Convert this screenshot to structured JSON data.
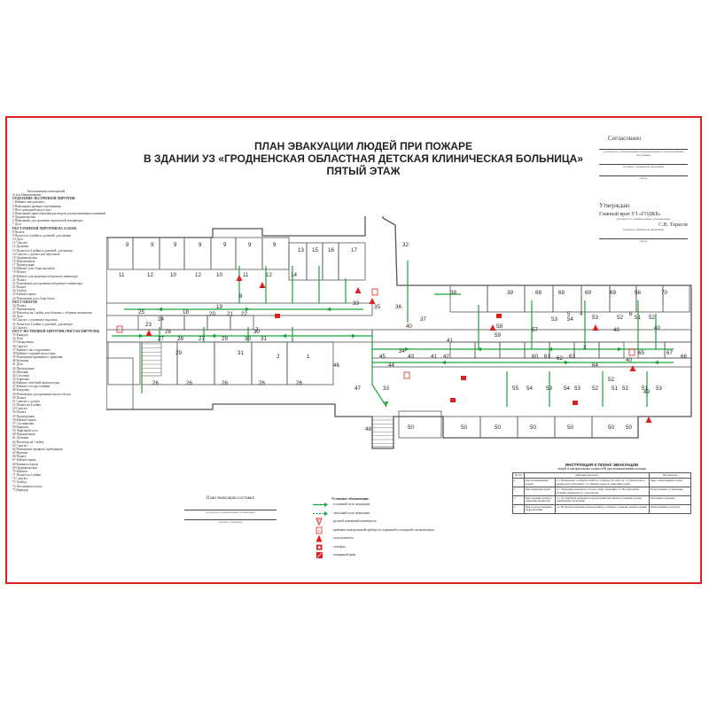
{
  "title": {
    "line1": "ПЛАН ЭВАКУАЦИИ ЛЮДЕЙ ПРИ ПОЖАРЕ",
    "line2": "В ЗДАНИИ УЗ «ГРОДНЕНСКАЯ ОБЛАСТНАЯ ДЕТСКАЯ КЛИНИЧЕСКАЯ БОЛЬНИЦА»",
    "line3": "ПЯТЫЙ ЭТАЖ"
  },
  "agreed": {
    "heading": "Согласовано",
    "sub1": "(должность, наименование подразделения по чрезвычайным ситуациям)",
    "sub2": "(подпись, инициалы, фамилия)",
    "sub3": "(дата)"
  },
  "approved": {
    "heading": "Утверждаю",
    "position": "Главный врач УЗ «ГОДКБ»",
    "pos_sub": "(должность, наименование организации)",
    "name": "С.В. Тарасов",
    "name_sub": "(подпись, инициалы, фамилия)",
    "date_sub": "(дата)"
  },
  "rooms_list": {
    "heading": "Экспликация помещений",
    "columns": "№ п/п   Наименование",
    "items": [
      {
        "t": "ОТДЕЛЕНИЕ ЭКСТРЕННОЙ ХИРУРГИИ",
        "sec": true
      },
      {
        "t": "1   Кабинет заведующего"
      },
      {
        "t": "2   Помещение дневного пребывания"
      },
      {
        "t": "3   Пост дежурной медсестры"
      },
      {
        "t": "4   Помещение приготовления растворов для внутривенных вливаний"
      },
      {
        "t": "5   Ординаторская"
      },
      {
        "t": "6   Помещение для хранения переносной аппаратуры"
      },
      {
        "t": "7   Душ"
      },
      {
        "t": "ПОСТ РАНЕНОЙ ХИРУРГИИ НА 12 КОЕК",
        "sec": true
      },
      {
        "t": "8   Палата"
      },
      {
        "t": "9   Палата на 2 койки и душевой, для матери"
      },
      {
        "t": "10  Душ"
      },
      {
        "t": "11  Санузел"
      },
      {
        "t": "12  Душевая"
      },
      {
        "t": "13  Палата на 2 койки и душевой, для матери"
      },
      {
        "t": "14  Санузел с душем для персонала"
      },
      {
        "t": "15  Ординаторская"
      },
      {
        "t": "16  Перевязочная"
      },
      {
        "t": "17  Процедурная"
      },
      {
        "t": "18  Кабинет для сбора анализов"
      },
      {
        "t": "19  Палата"
      },
      {
        "t": "20  Кабинет для хранения уборочного инвентаря"
      },
      {
        "t": "21  Палата"
      },
      {
        "t": "22  Помещение для хранения уборочного инвентаря"
      },
      {
        "t": "23  Палата"
      },
      {
        "t": "24  Тамбур"
      },
      {
        "t": "25  Кабинет врача"
      },
      {
        "t": "26  Помещение для сбора белья"
      },
      {
        "t": "ПОСТ ОЖОГОВ",
        "sec": true
      },
      {
        "t": "26  Палата"
      },
      {
        "t": "27  Перевязочная"
      },
      {
        "t": "28  Изолятор на 1 койку для больных с общими пожитками"
      },
      {
        "t": "29  Душ"
      },
      {
        "t": "30  Санузел с душевым поддоном"
      },
      {
        "t": "31  Палата на 2 койки и душевой, для матери"
      },
      {
        "t": "32  Санузел"
      },
      {
        "t": "ПОСТ ЭКСТРЕННОЙ ХИРУРГИИ (ЧИСТАЯ ХИРУРГИЯ)",
        "sec": true
      },
      {
        "t": "33  Коридор"
      },
      {
        "t": "34  Холл"
      },
      {
        "t": "35  Ожидальная"
      },
      {
        "t": "36  Санузел"
      },
      {
        "t": "37  Кабинет зав. отделением"
      },
      {
        "t": "38  Кабинет старшей медсестры"
      },
      {
        "t": "39  Помещение временного хранения"
      },
      {
        "t": "40  Бельевая"
      },
      {
        "t": "41  Душ"
      },
      {
        "t": "42  Процедурная"
      },
      {
        "t": "43  Моечная"
      },
      {
        "t": "44  Столовая"
      },
      {
        "t": "45  Буфетная"
      },
      {
        "t": "46  Кабинет лечебной физкультуры"
      },
      {
        "t": "47  Кабинет сестры-хозяйки"
      },
      {
        "t": "48  Кладовая"
      },
      {
        "t": "49  Помещение для хранения чистого белья"
      },
      {
        "t": "50  Палата"
      },
      {
        "t": "51  Санузел с душем"
      },
      {
        "t": "52  Палата на 2 койки"
      },
      {
        "t": "53  Санузел"
      },
      {
        "t": "54  Палата"
      },
      {
        "t": "55  Процедурная"
      },
      {
        "t": "56  Кабинет врача"
      },
      {
        "t": "57  Сестринская"
      },
      {
        "t": "58  Коридор"
      },
      {
        "t": "59  Лифтовый холл"
      },
      {
        "t": "60  Перевязочная"
      },
      {
        "t": "61  Душевая"
      },
      {
        "t": "62  Изолятор на 1 койку"
      },
      {
        "t": "63  Санузел"
      },
      {
        "t": "64  Помещение дневного пребывания"
      },
      {
        "t": "65  Игровая"
      },
      {
        "t": "66  Палата"
      },
      {
        "t": "67  Кабинет врача"
      },
      {
        "t": "68  Комната отдыха"
      },
      {
        "t": "69  Ординаторская"
      },
      {
        "t": "70  Кабинет"
      },
      {
        "t": "71  Палата на 2 койки"
      },
      {
        "t": "72  Санузел"
      },
      {
        "t": "73  Тамбур"
      },
      {
        "t": "74  Лестничная клетка"
      },
      {
        "t": "75  Коридор"
      }
    ]
  },
  "plan": {
    "rooms": [
      {
        "n": "9"
      },
      {
        "n": "9"
      },
      {
        "n": "9"
      },
      {
        "n": "9"
      },
      {
        "n": "9"
      },
      {
        "n": "9"
      },
      {
        "n": "9"
      },
      {
        "n": "13"
      },
      {
        "n": "15"
      },
      {
        "n": "16"
      },
      {
        "n": "17"
      },
      {
        "n": "32"
      },
      {
        "n": "11"
      },
      {
        "n": "12"
      },
      {
        "n": "10"
      },
      {
        "n": "12"
      },
      {
        "n": "10"
      },
      {
        "n": "11"
      },
      {
        "n": "12"
      },
      {
        "n": "14"
      },
      {
        "n": "19"
      },
      {
        "n": "8"
      },
      {
        "n": "18"
      },
      {
        "n": "22"
      },
      {
        "n": "21"
      },
      {
        "n": "20"
      },
      {
        "n": "7"
      },
      {
        "n": "25"
      },
      {
        "n": "33"
      },
      {
        "n": "35"
      },
      {
        "n": "36"
      },
      {
        "n": "38"
      },
      {
        "n": "39"
      },
      {
        "n": "68"
      },
      {
        "n": "69"
      },
      {
        "n": "69"
      },
      {
        "n": "69"
      },
      {
        "n": "56"
      },
      {
        "n": "70"
      },
      {
        "n": "53"
      },
      {
        "n": "54"
      },
      {
        "n": "53"
      },
      {
        "n": "52"
      },
      {
        "n": "51"
      },
      {
        "n": "52"
      },
      {
        "n": "37"
      },
      {
        "n": "40"
      },
      {
        "n": "28"
      },
      {
        "n": "27"
      },
      {
        "n": "29"
      },
      {
        "n": "30"
      },
      {
        "n": "31"
      },
      {
        "n": "27"
      },
      {
        "n": "29"
      },
      {
        "n": "31"
      },
      {
        "n": "41"
      },
      {
        "n": "42"
      },
      {
        "n": "43"
      },
      {
        "n": "41"
      },
      {
        "n": "60"
      },
      {
        "n": "61"
      },
      {
        "n": "62"
      },
      {
        "n": "63"
      },
      {
        "n": "64"
      },
      {
        "n": "65"
      },
      {
        "n": "67"
      },
      {
        "n": "66"
      },
      {
        "n": "26"
      },
      {
        "n": "26"
      },
      {
        "n": "26"
      },
      {
        "n": "26"
      },
      {
        "n": "26"
      },
      {
        "n": "2"
      },
      {
        "n": "1"
      },
      {
        "n": "46"
      },
      {
        "n": "45"
      },
      {
        "n": "44"
      },
      {
        "n": "59"
      },
      {
        "n": "58"
      },
      {
        "n": "34"
      },
      {
        "n": "33"
      },
      {
        "n": "57"
      },
      {
        "n": "55"
      },
      {
        "n": "54"
      },
      {
        "n": "53"
      },
      {
        "n": "54"
      },
      {
        "n": "53"
      },
      {
        "n": "52"
      },
      {
        "n": "51"
      },
      {
        "n": "52"
      },
      {
        "n": "51"
      },
      {
        "n": "52"
      },
      {
        "n": "53"
      },
      {
        "n": "49"
      },
      {
        "n": "47"
      },
      {
        "n": "48"
      },
      {
        "n": "50"
      },
      {
        "n": "50"
      },
      {
        "n": "50"
      },
      {
        "n": "50"
      },
      {
        "n": "50"
      },
      {
        "n": "50"
      },
      {
        "n": "50"
      },
      {
        "n": "5"
      },
      {
        "n": "4"
      },
      {
        "n": "6"
      },
      {
        "n": "3"
      },
      {
        "n": "24"
      },
      {
        "n": "23"
      },
      {
        "n": "28"
      },
      {
        "n": "30"
      },
      {
        "n": "40"
      },
      {
        "n": "40"
      },
      {
        "n": "40"
      }
    ]
  },
  "compiled": {
    "heading": "План эвакуации составил",
    "sub1": "(должность, наименование организации)",
    "sub2": "(подпись, фамилия)"
  },
  "symbols": {
    "heading": "Условные обозначения:",
    "items": [
      {
        "label": "- основной путь эвакуации",
        "icon": "main-route-icon"
      },
      {
        "label": "- запасный путь эвакуации",
        "icon": "reserve-route-icon"
      },
      {
        "label": "- ручной пожарный извещатель",
        "icon": "manual-call-point-icon"
      },
      {
        "label": "- приёмно-контрольный прибор по охранной и пожарной сигнализации",
        "icon": "control-panel-icon"
      },
      {
        "label": "- огнетушитель",
        "icon": "extinguisher-icon"
      },
      {
        "label": "- телефон",
        "icon": "phone-icon"
      },
      {
        "label": "- пожарный кран",
        "icon": "fire-hydrant-icon"
      }
    ]
  },
  "instructions": {
    "title": "ИНСТРУКЦИЯ К ПЛАНУ ЭВАКУАЦИИ",
    "subtitle": "людей и материальных ценностей при возникновении пожара",
    "headers": [
      "№ п/п",
      "Действия персонала",
      "Исполнитель"
    ],
    "rows": [
      {
        "n": "1",
        "when": "При возникновении пожара",
        "text": "1.1. Немедленно сообщить в МЧС по телефону 101 или 112. 1.2. Оповестить о пожаре всех работников. 1.3. Принять меры по эвакуации людей.",
        "who": "Лицо, обнаружившее пожар"
      },
      {
        "n": "2",
        "when": "При эвакуации людей",
        "text": "2.1. Эвакуацию проводить согласно плану эвакуации. 2.2. Все неходячие больные эвакуируются с персоналом.",
        "who": "Ответственные за эвакуацию"
      },
      {
        "n": "3",
        "when": "При тушении пожара и эвакуации имущества",
        "text": "3.1. До прибытия пожарных подразделений приступить к тушению пожара первичными средствами.",
        "who": "Работники отделения"
      },
      {
        "n": "4",
        "when": "При встрече пожарных подразделений",
        "text": "4.1. Встретить пожарные подразделения и сообщить о наличии людей в здании.",
        "who": "Ответственные за встречу"
      }
    ]
  },
  "colors": {
    "frame": "#e02020",
    "route": "#1aa33a",
    "wall": "#555555",
    "red": "#dd2020"
  }
}
